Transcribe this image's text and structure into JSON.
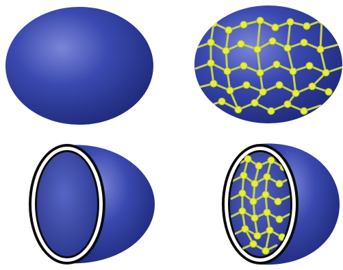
{
  "figure": {
    "panels": [
      {
        "name": "plain-sphere",
        "shows_network": false,
        "cut_open": false
      },
      {
        "name": "sphere-with-surface-network",
        "shows_network": true,
        "cut_open": false
      },
      {
        "name": "hollow-shell-cutaway",
        "shows_network": false,
        "cut_open": true
      },
      {
        "name": "shell-cutaway-with-inner-network",
        "shows_network": true,
        "cut_open": true
      }
    ]
  },
  "colors": {
    "sphere_dark": "#1e2a7a",
    "sphere_mid": "#3a49b0",
    "sphere_light": "#7b86d8",
    "network_node": "#e7ee3a",
    "network_strand": "#c9d44a",
    "rim_dark": "#0b0b0b",
    "rim_white": "#ffffff"
  }
}
